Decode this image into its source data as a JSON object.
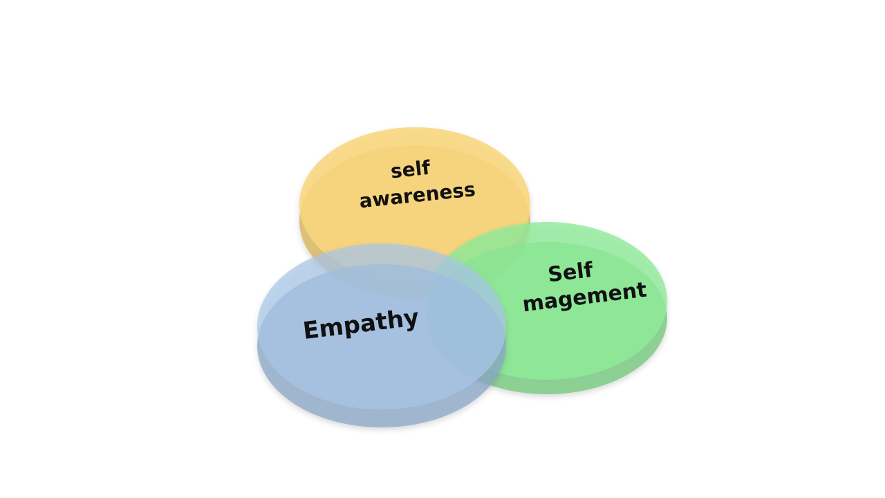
{
  "diagram": {
    "circles": [
      {
        "id": "awareness",
        "lines": [
          "self",
          "awareness"
        ],
        "color": "#f9d77e",
        "edge": "#d9b865"
      },
      {
        "id": "management",
        "lines": [
          "Self",
          "magement"
        ],
        "color": "#8feb98",
        "edge": "#6fc77a"
      },
      {
        "id": "empathy",
        "lines": [
          "Empathy"
        ],
        "color": "#a9c6e8",
        "edge": "#8aa5c6"
      }
    ]
  }
}
